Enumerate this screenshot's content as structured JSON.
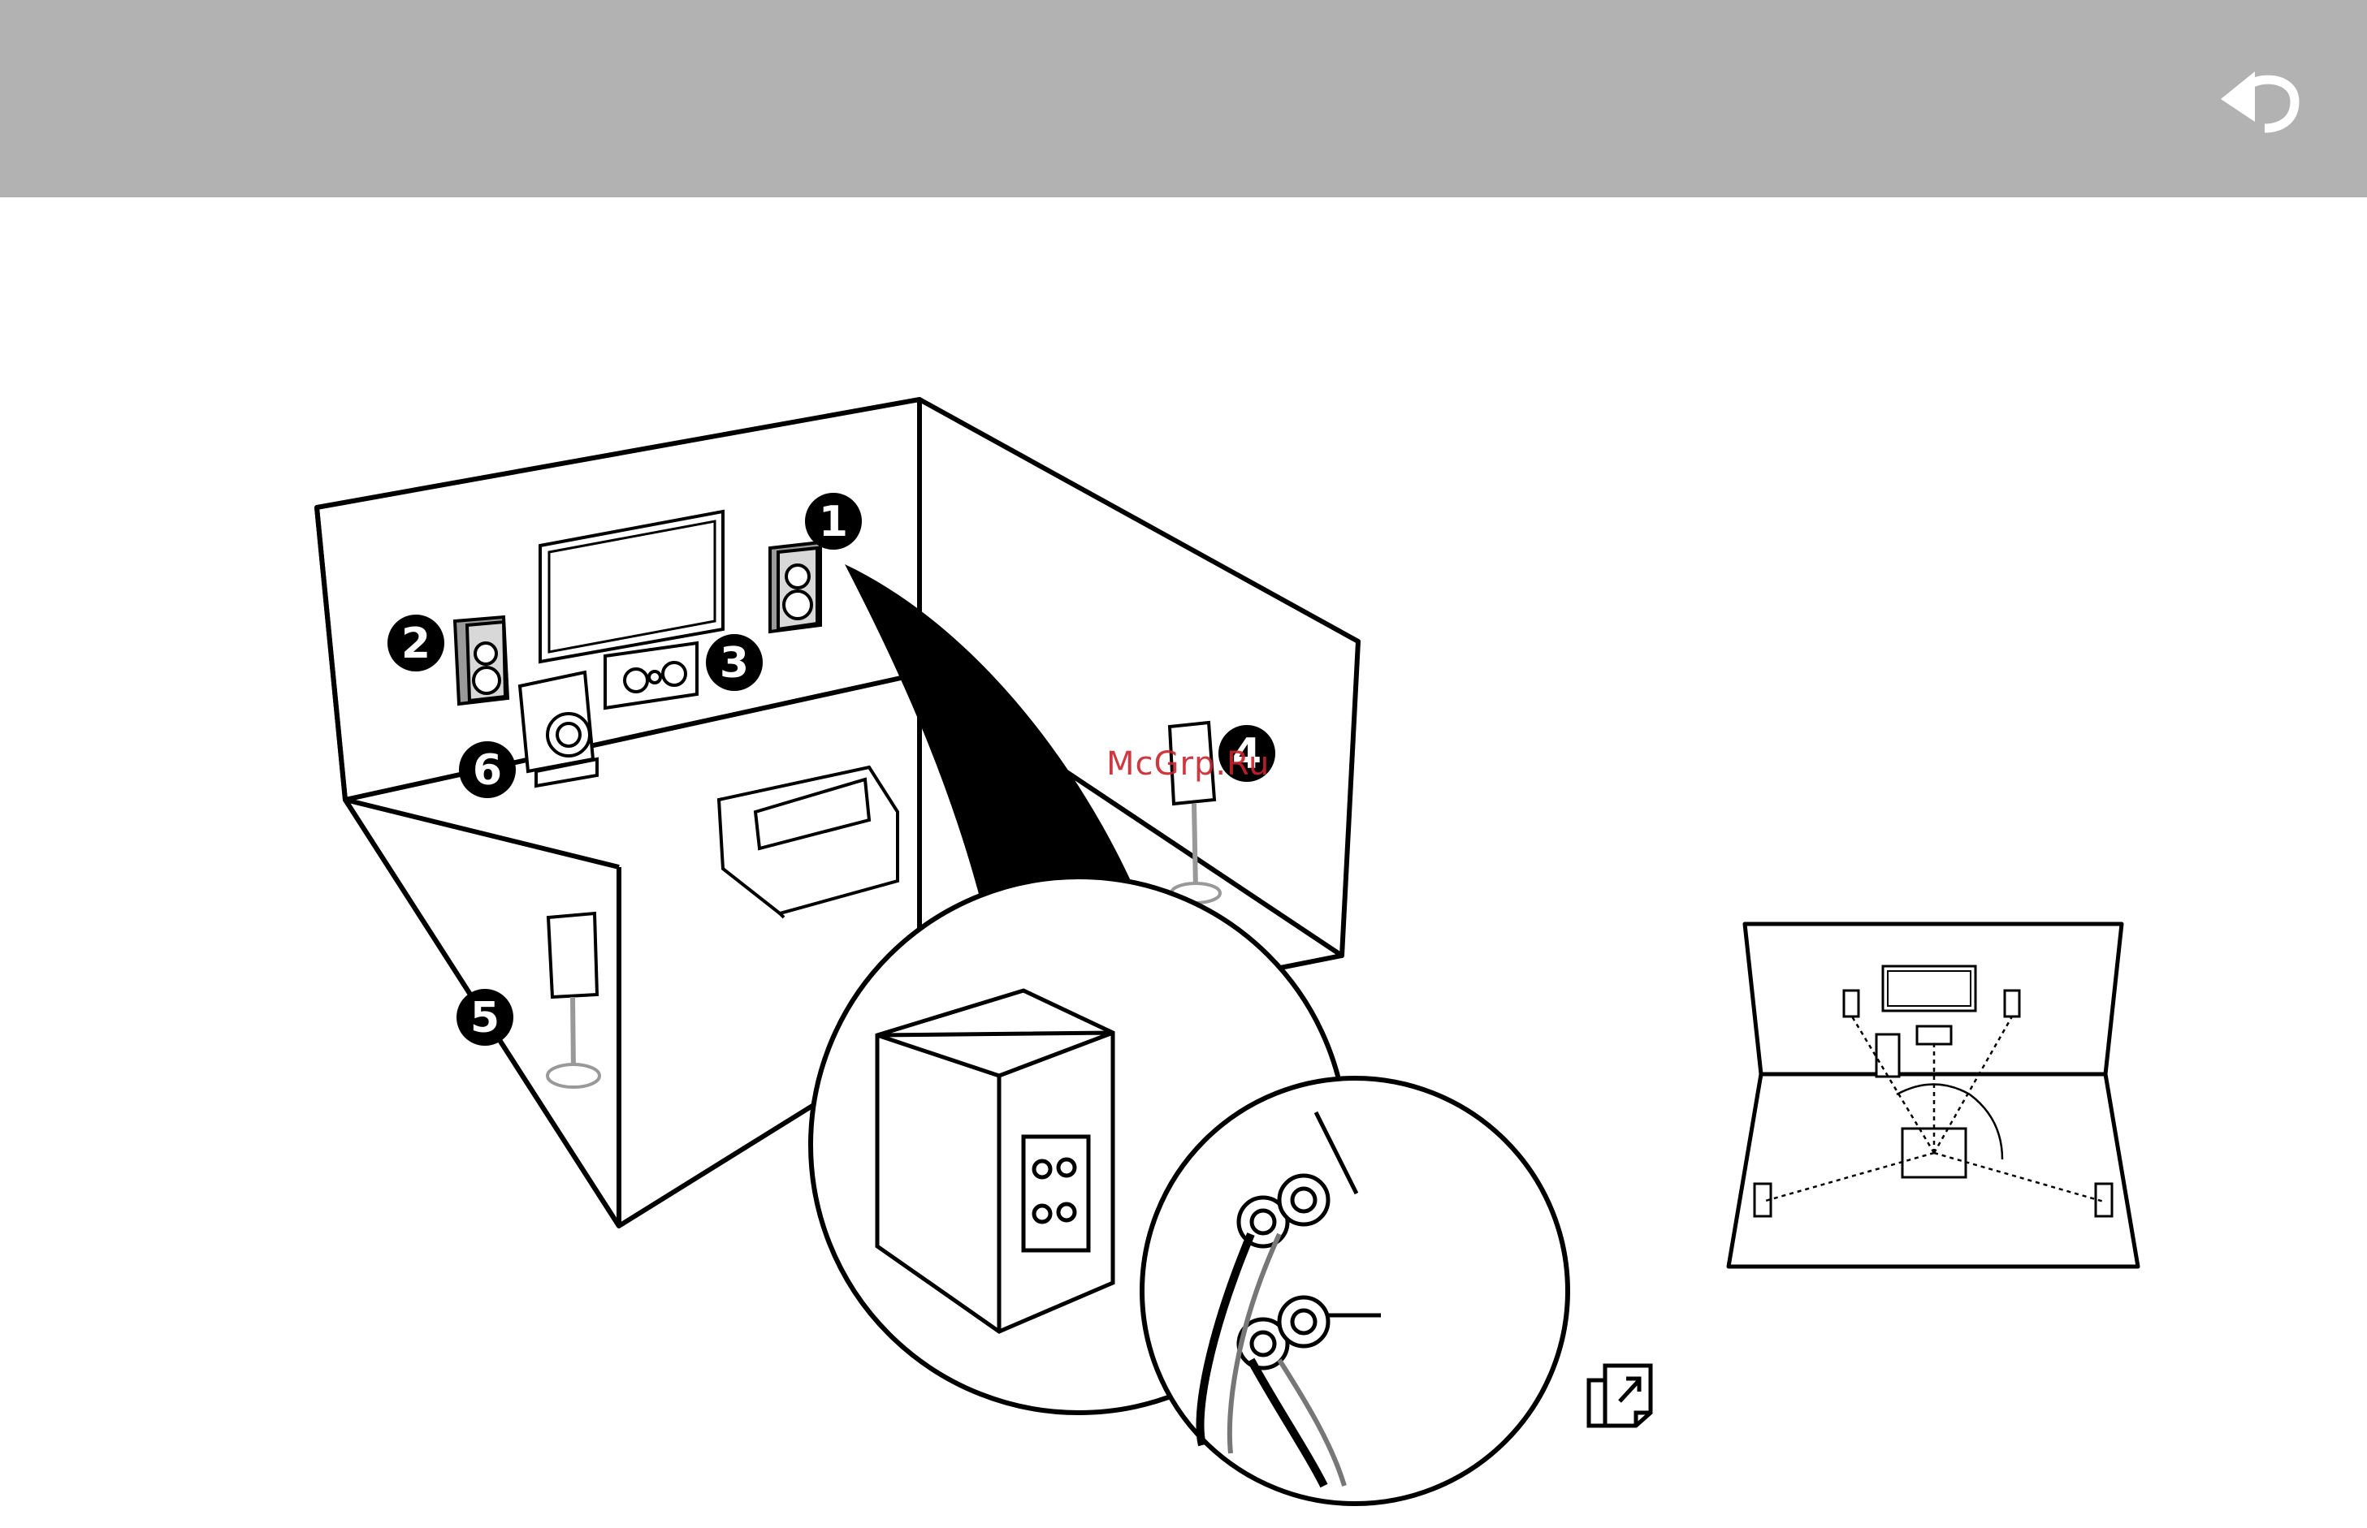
{
  "header": {
    "background_color": "#b1b2b1",
    "back_icon": "return-arrow-icon"
  },
  "illustration": {
    "callouts": [
      "1",
      "2",
      "3",
      "4",
      "5",
      "6"
    ]
  },
  "watermark": {
    "text": "McGrp.Ru",
    "color": "#c9232d"
  },
  "footer": {
    "link_icon": "external-link-icon"
  }
}
